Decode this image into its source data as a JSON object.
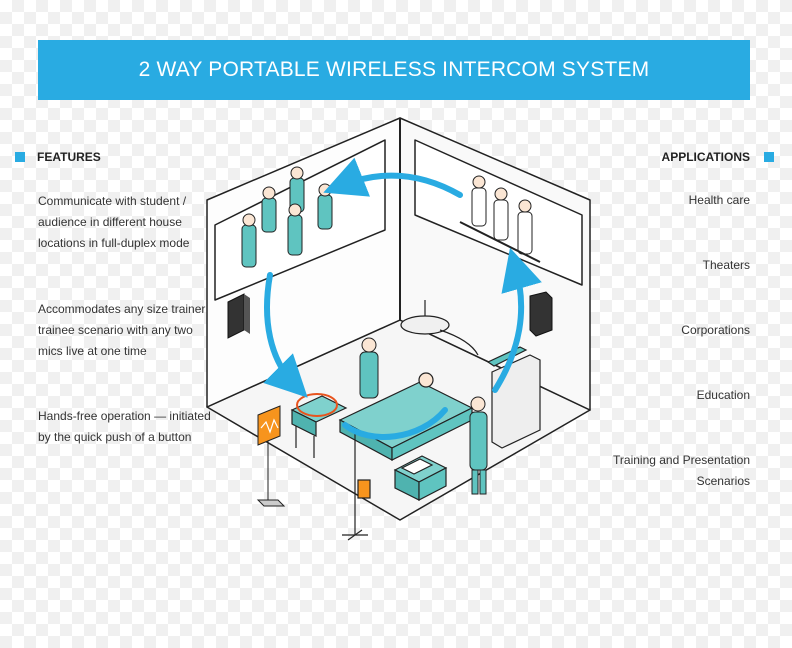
{
  "banner": {
    "title": "2 WAY PORTABLE WIRELESS INTERCOM SYSTEM"
  },
  "features": {
    "heading": "FEATURES",
    "items": [
      "Communicate with student / audience in different house locations in full-duplex mode",
      "Accommodates any size trainer / trainee scenario with any two mics live at one time",
      "Hands-free operation — initiated by the quick push of a button"
    ]
  },
  "applications": {
    "heading": "APPLICATIONS",
    "items": [
      "Health care",
      "Theaters",
      "Corporations",
      "Education",
      "Training and Presentation Scenarios"
    ]
  },
  "colors": {
    "accent": "#29abe2",
    "scrubs": "#5fc4c0",
    "wall": "#ffffff",
    "outline": "#222222",
    "mic_ring": "#e8541e",
    "sign": "#f7941d"
  }
}
